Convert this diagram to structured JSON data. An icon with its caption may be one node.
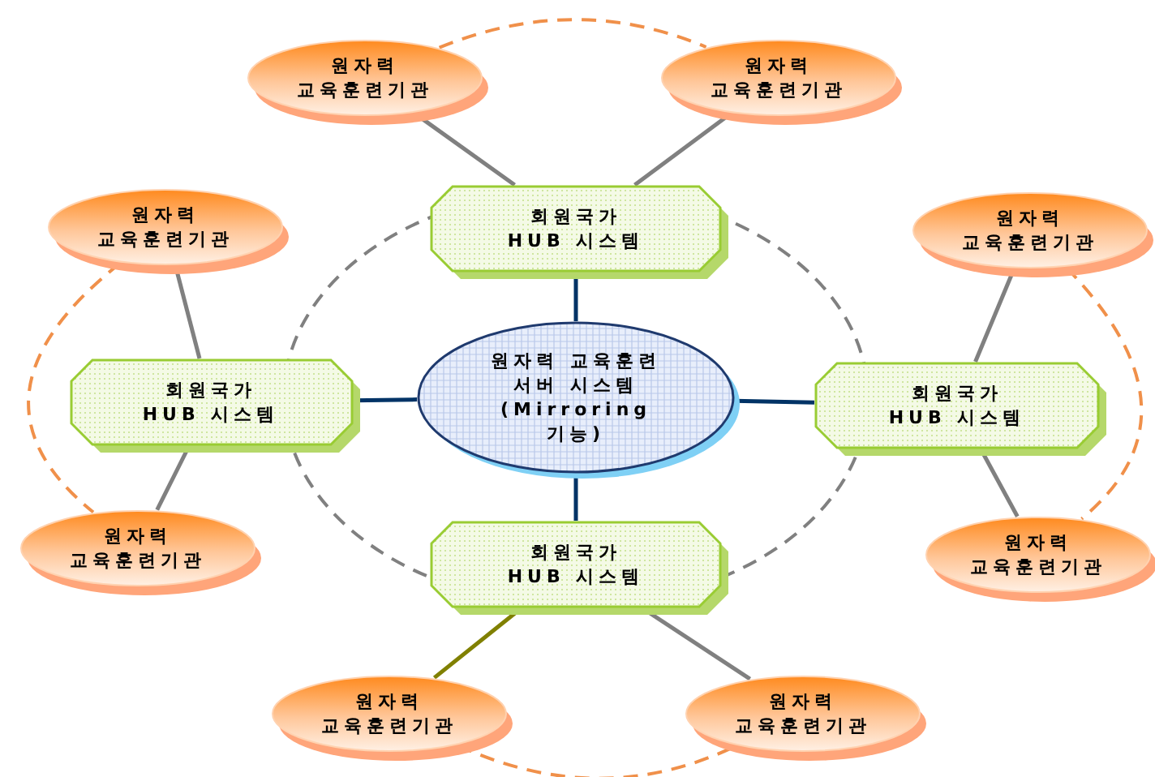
{
  "diagram": {
    "nodes": [
      {
        "text": [
          "원자력 교육훈련기관"
        ]
      },
      {
        "text": [
          "원자력 교육훈련기관"
        ]
      },
      {
        "text": [
          "회원국가 HUB 시스템"
        ]
      },
      {
        "text": [
          "원자력 교육훈련기관"
        ]
      },
      {
        "text": [
          "원자력 교육훈련기관"
        ]
      },
      {
        "text": [
          "회원국가 HUB 시스템"
        ]
      },
      {
        "text": [
          "원자력 교육훈련 서버 시스템 (Mirroring 기능)"
        ]
      },
      {
        "text": [
          "회원국가 HUB 시스템"
        ]
      },
      {
        "text": [
          "원자력 교육훈련기관"
        ]
      },
      {
        "text": [
          "원자력 교육훈련기관"
        ]
      },
      {
        "text": [
          "회원국가 HUB 시스템"
        ]
      },
      {
        "text": [
          "원자력 교육훈련기관"
        ]
      },
      {
        "text": [
          "원자력 교육훈련기관"
        ]
      }
    ],
    "edges": [
      {
        "from": 6,
        "to": 2,
        "arrow": "none",
        "color": "#003366"
      },
      {
        "from": 6,
        "to": 5,
        "arrow": "none",
        "color": "#003366"
      },
      {
        "from": 6,
        "to": 7,
        "arrow": "none",
        "color": "#003366"
      },
      {
        "from": 6,
        "to": 10,
        "arrow": "none",
        "color": "#003366"
      },
      {
        "from": 2,
        "to": 0,
        "arrow": "none"
      },
      {
        "from": 2,
        "to": 1,
        "arrow": "none"
      },
      {
        "from": 5,
        "to": 3,
        "arrow": "none"
      },
      {
        "from": 5,
        "to": 8,
        "arrow": "none"
      },
      {
        "from": 7,
        "to": 4,
        "arrow": "none"
      },
      {
        "from": 7,
        "to": 9,
        "arrow": "none"
      },
      {
        "from": 10,
        "to": 11,
        "arrow": "none",
        "color": "#808000"
      },
      {
        "from": 10,
        "to": 12,
        "arrow": "none"
      },
      {
        "from": 0,
        "to": 1,
        "arrow": "none",
        "style": "dashed",
        "color": "#f0904a"
      },
      {
        "from": 3,
        "to": 8,
        "arrow": "none",
        "style": "dashed",
        "color": "#f0904a"
      },
      {
        "from": 4,
        "to": 9,
        "arrow": "none",
        "style": "dashed",
        "color": "#f0904a"
      },
      {
        "from": 11,
        "to": 12,
        "arrow": "none",
        "style": "dashed",
        "color": "#f0904a"
      }
    ]
  }
}
